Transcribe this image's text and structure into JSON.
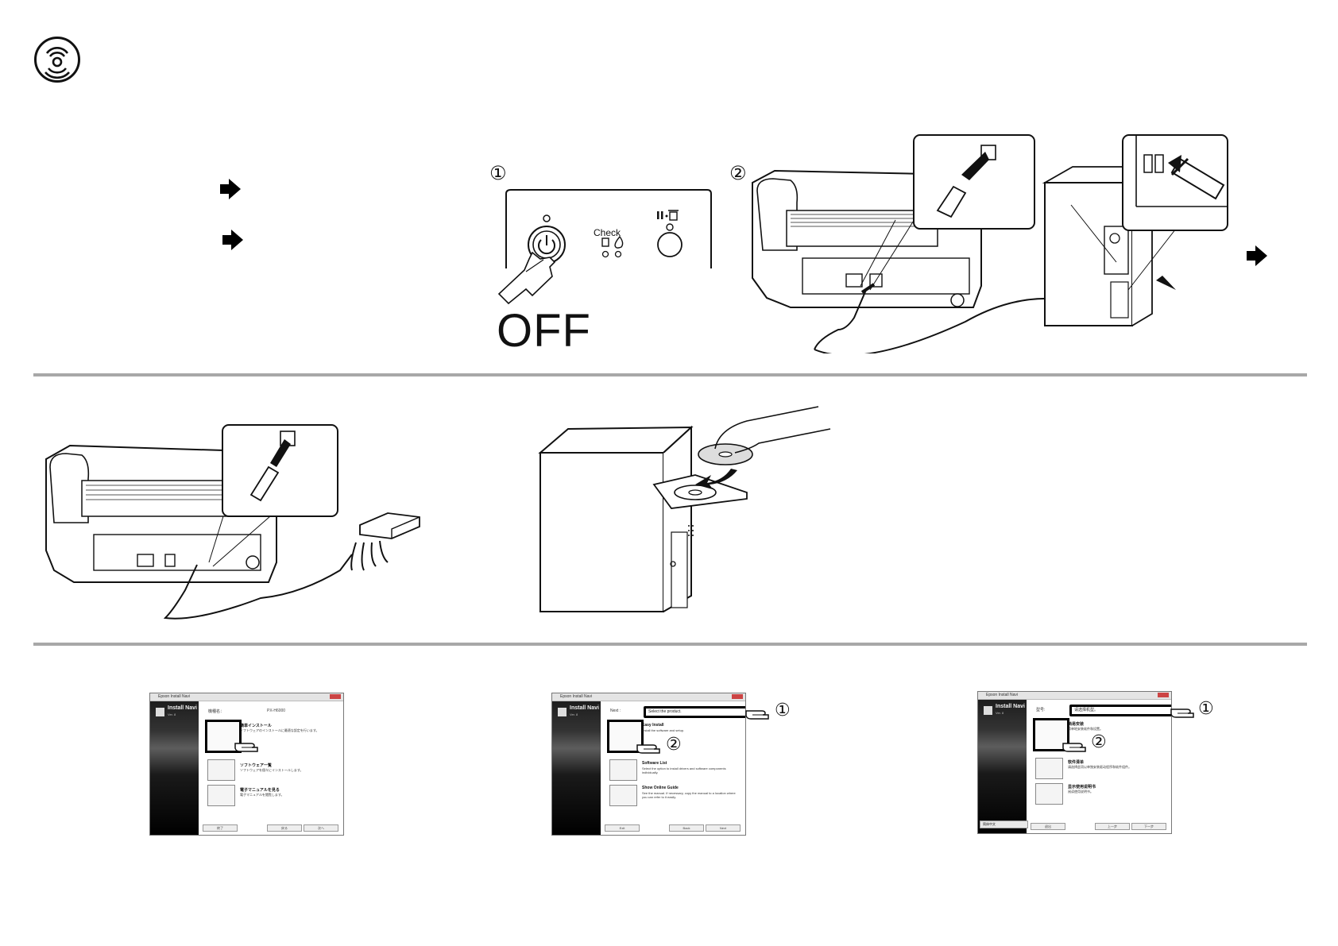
{
  "step1_markers": {
    "one": "①",
    "two": "②"
  },
  "power_panel": {
    "check_label": "Check",
    "off_label": "OFF"
  },
  "installers": [
    {
      "title_bar": "Epson Install Navi",
      "app_title": "Install Navi",
      "app_version": "Ver. 8",
      "select_label": "機種名：",
      "select_value": "PX-H6000",
      "options": [
        {
          "title": "簡単インストール",
          "desc": "ソフトウェアのインストールに最適な設定を行います。"
        },
        {
          "title": "ソフトウェア一覧",
          "desc": "ソフトウェアを個々にインストールします。"
        },
        {
          "title": "電子マニュアルを見る",
          "desc": "電子マニュアルを閲覧します。"
        }
      ],
      "buttons": [
        "終了",
        "戻る",
        "次へ"
      ]
    },
    {
      "title_bar": "Epson Install Navi",
      "app_title": "Install Navi",
      "app_version": "Ver. 8",
      "select_label": "Next :",
      "select_value": "Select the product.",
      "options": [
        {
          "title": "Easy Install",
          "desc": "Install the software and setup."
        },
        {
          "title": "Software List",
          "desc": "Select the option to install drivers and software components individually."
        },
        {
          "title": "Show Online Guide",
          "desc": "See the manual. If necessary, copy the manual to a location where you can refer to it easily."
        }
      ],
      "buttons": [
        "Exit",
        "Back",
        "Next"
      ],
      "markers": [
        "①",
        "②"
      ]
    },
    {
      "title_bar": "Epson Install Navi",
      "app_title": "Install Navi",
      "app_version": "Ver. 8",
      "select_label": "型号:",
      "select_value": "请选择机型。",
      "options": [
        {
          "title": "简易安装",
          "desc": "简单地安装软件和设置。"
        },
        {
          "title": "软件清单",
          "desc": "请选择此项以单独安装驱动程序和软件组件。"
        },
        {
          "title": "显示使用说明书",
          "desc": "阅读使用说明书。"
        }
      ],
      "buttons": [
        "退出",
        "上一步",
        "下一步"
      ],
      "tray_label": "简体中文",
      "markers": [
        "①",
        "②"
      ]
    }
  ]
}
